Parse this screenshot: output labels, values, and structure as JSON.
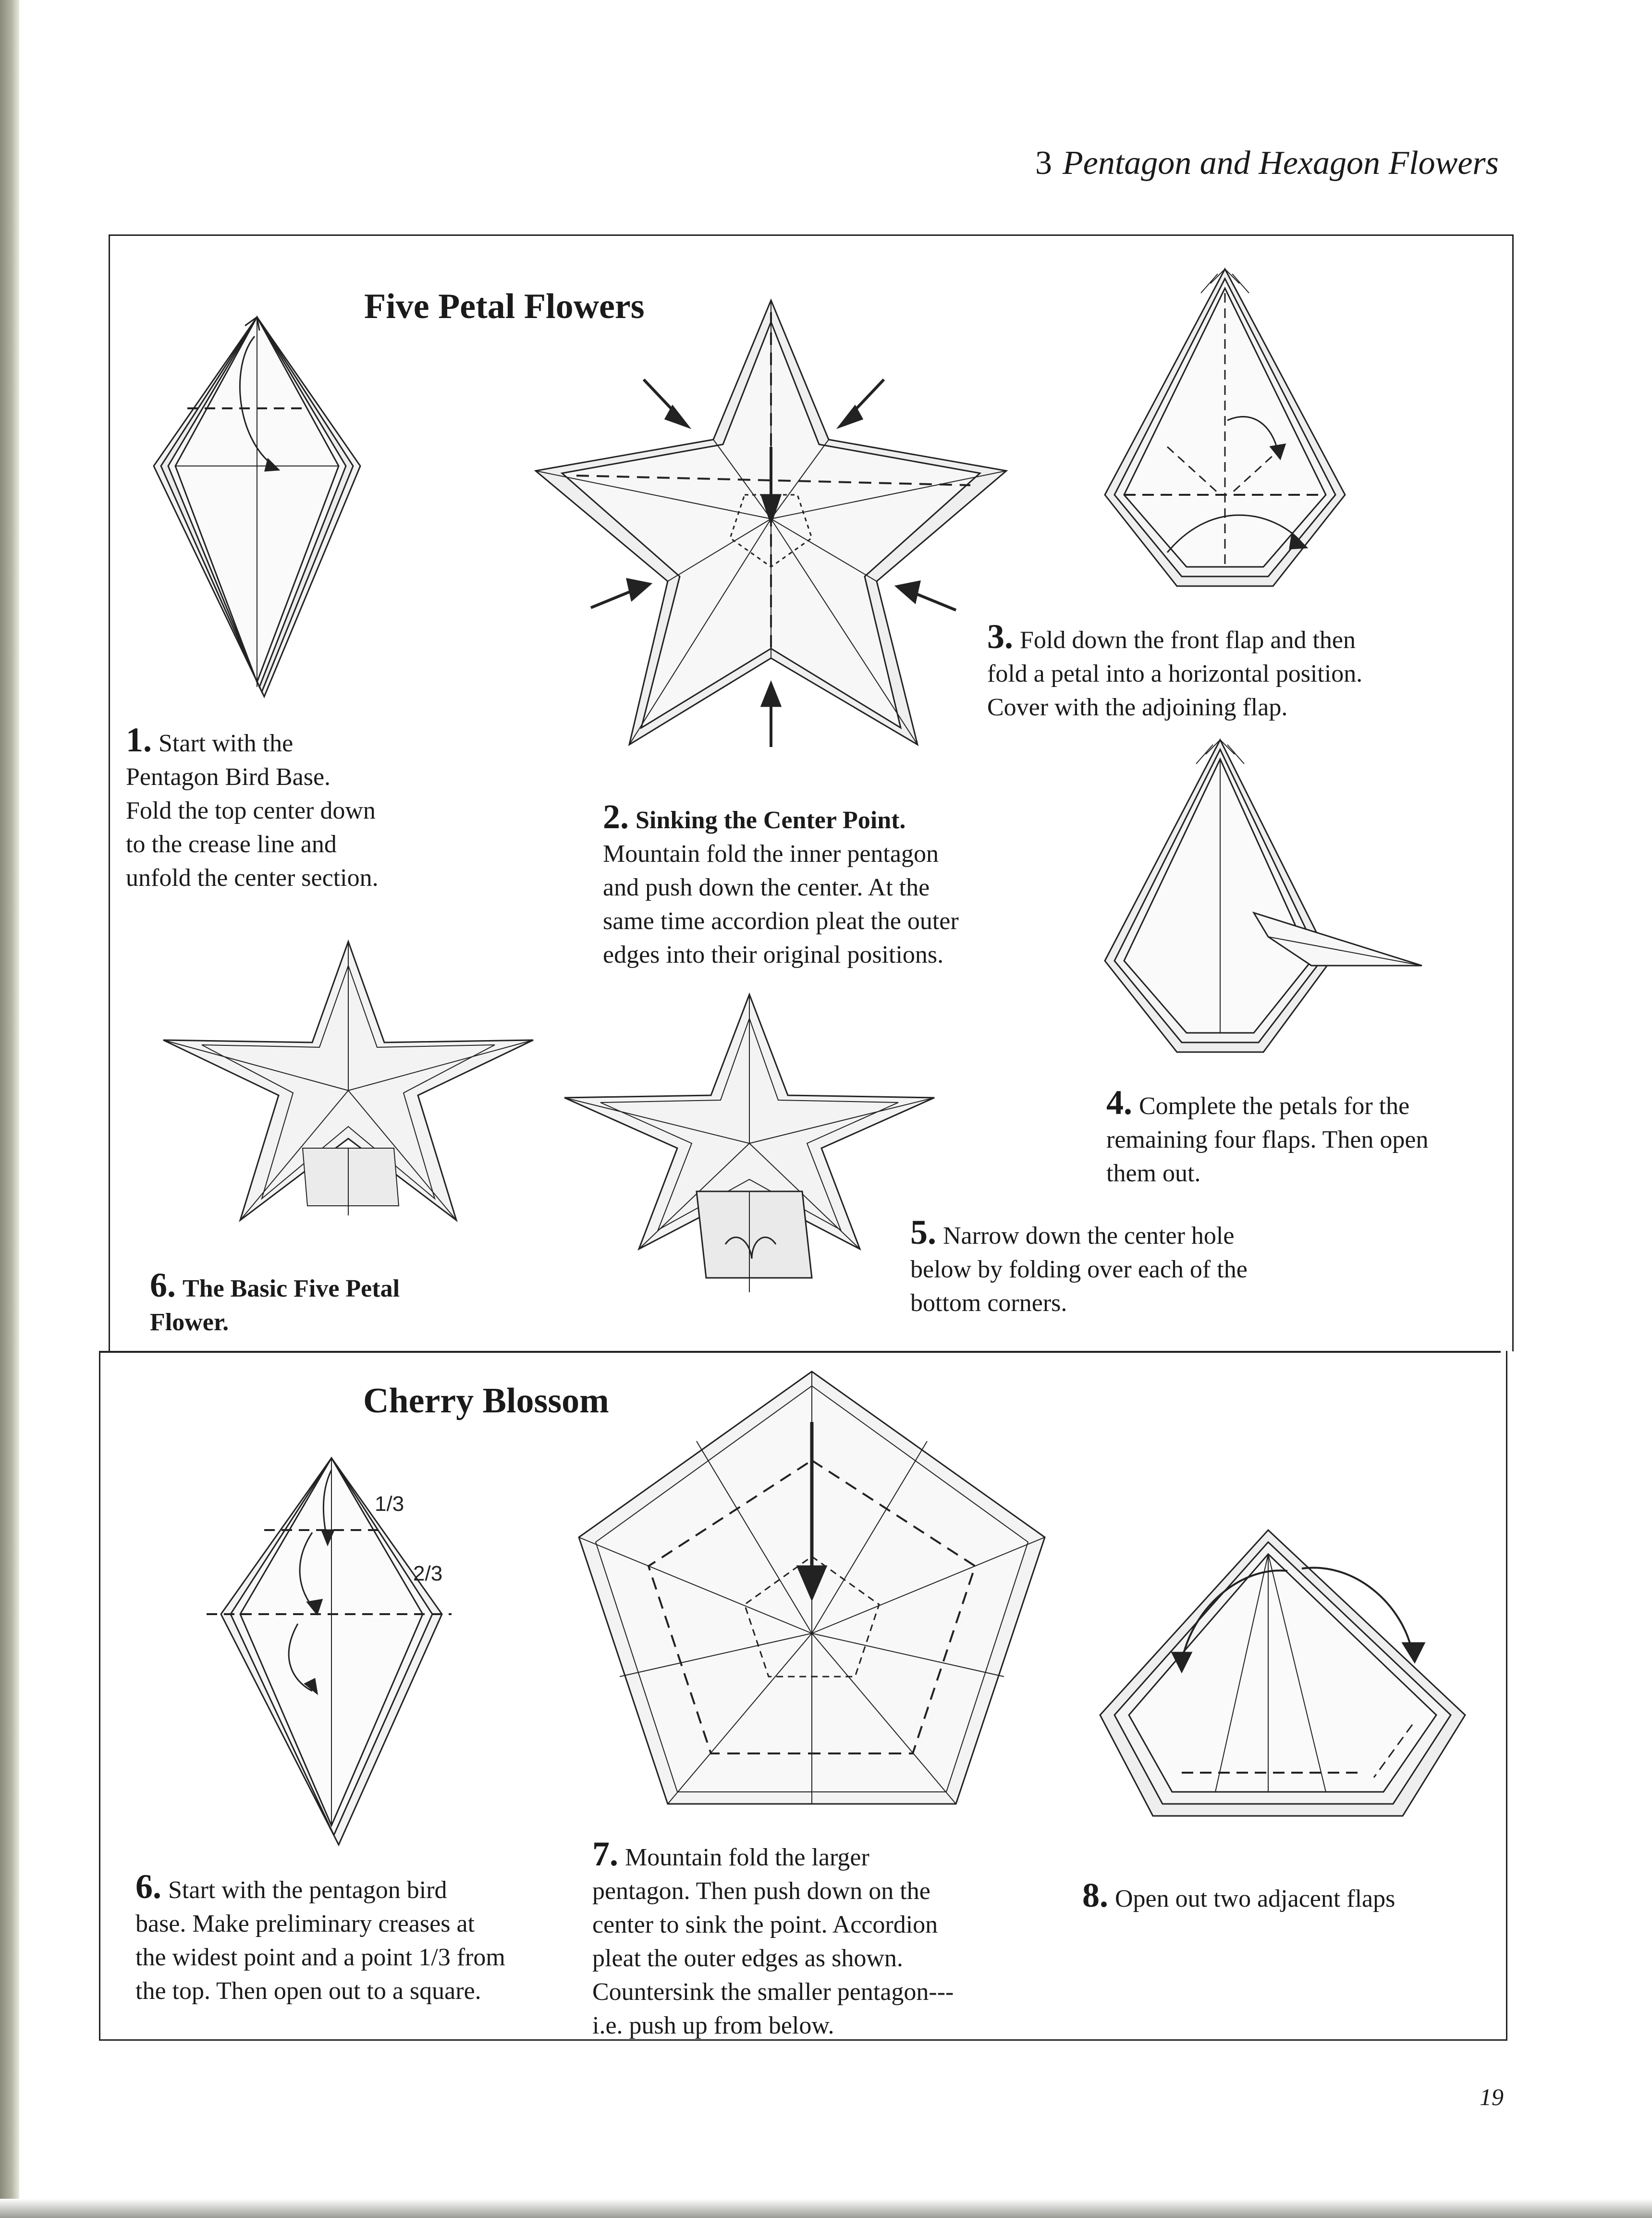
{
  "header": {
    "chapter_num": "3",
    "chapter_title": "Pentagon and Hexagon Flowers"
  },
  "sections": [
    {
      "title": "Five Petal Flowers"
    },
    {
      "title": "Cherry Blossom"
    }
  ],
  "steps": {
    "s1": {
      "num": "1.",
      "lines": [
        "Start with the",
        "Pentagon Bird Base.",
        "Fold the top center down",
        "to the crease line and",
        "unfold the center section."
      ]
    },
    "s2": {
      "num": "2.",
      "bold": "Sinking the Center Point.",
      "lines": [
        "Mountain fold the inner pentagon",
        "and push down the center.  At the",
        "same time accordion pleat the outer",
        "edges into their original positions."
      ]
    },
    "s3": {
      "num": "3.",
      "lines": [
        "Fold down the front flap and then",
        "fold a petal into a horizontal position.",
        "Cover with the adjoining flap."
      ]
    },
    "s4": {
      "num": "4.",
      "lines": [
        "Complete the petals for the",
        "remaining four flaps.  Then open",
        "them out."
      ]
    },
    "s5": {
      "num": "5.",
      "lines": [
        "Narrow down the center hole",
        "below by folding over each of the",
        "bottom corners."
      ]
    },
    "s6a": {
      "num": "6.",
      "bold_lines": [
        "The Basic Five Petal",
        "Flower."
      ]
    },
    "s6b": {
      "num": "6.",
      "lines": [
        "Start with the pentagon bird",
        "base.  Make preliminary creases at",
        "the widest point and a point 1/3 from",
        "the top.  Then open out to a square."
      ]
    },
    "s7": {
      "num": "7.",
      "lines": [
        "Mountain fold the larger",
        "pentagon.  Then push down on the",
        "center to sink the point.  Accordion",
        "pleat the outer edges as shown.",
        "Countersink the smaller pentagon---",
        "i.e. push up from below."
      ]
    },
    "s8": {
      "num": "8.",
      "lines": [
        "Open out two adjacent flaps"
      ]
    }
  },
  "figure_labels": {
    "third": "1/3",
    "two_thirds": "2/3"
  },
  "page_number": "19"
}
